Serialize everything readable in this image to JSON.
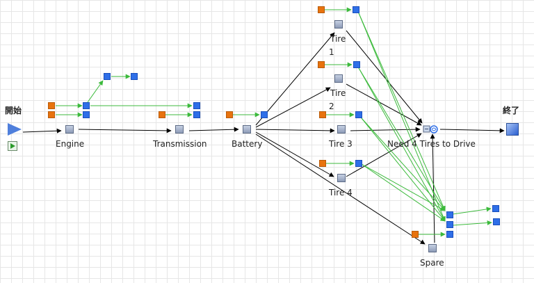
{
  "start": {
    "label": "開始"
  },
  "end": {
    "label": "終了"
  },
  "nodes": {
    "engine": "Engine",
    "transmission": "Transmission",
    "battery": "Battery",
    "tire1": "Tire",
    "tire1_num": "1",
    "tire2": "Tire",
    "tire2_num": "2",
    "tire3": "Tire 3",
    "tire4": "Tire 4",
    "need": "Need 4 Tires to Drive",
    "spare": "Spare"
  },
  "colors": {
    "input": "#e8730e",
    "output": "#2f6fe8",
    "task": "#9aa7c0",
    "resource_flow": "#3cba3c",
    "task_flow": "#000000"
  }
}
